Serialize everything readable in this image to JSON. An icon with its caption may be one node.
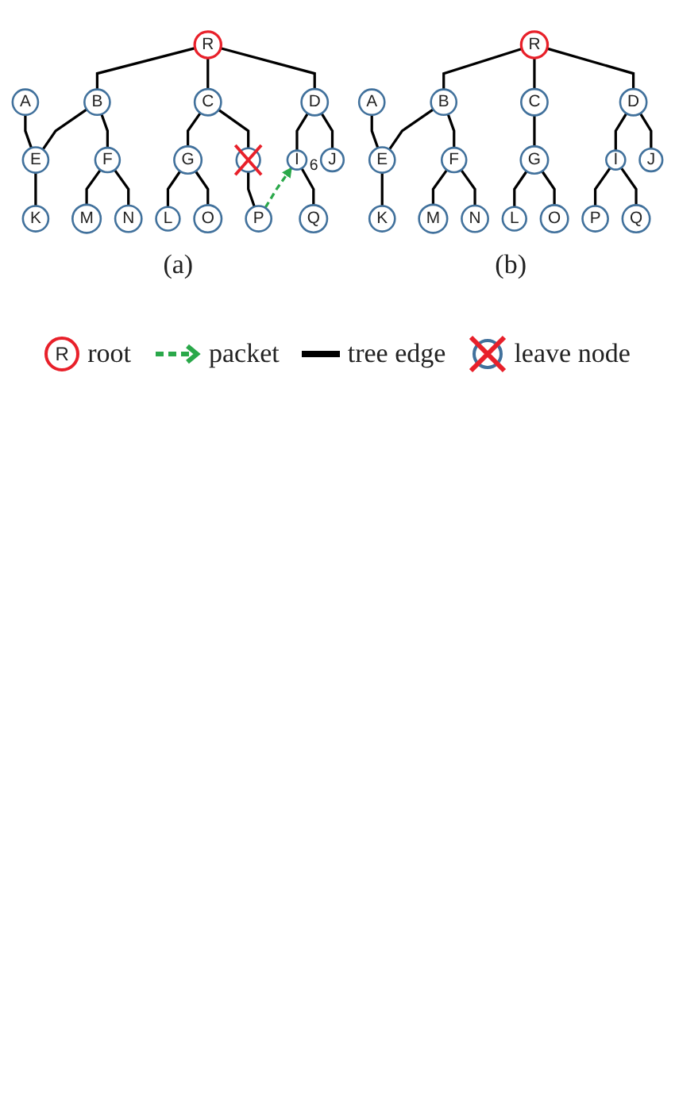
{
  "diagram": {
    "nodes": [
      {
        "text": [
          "R"
        ]
      },
      {
        "text": [
          "A"
        ]
      },
      {
        "text": [
          "B"
        ]
      },
      {
        "text": [
          "C"
        ]
      },
      {
        "text": [
          "D"
        ]
      },
      {
        "text": [
          "E"
        ]
      },
      {
        "text": [
          "F"
        ]
      },
      {
        "text": [
          "G"
        ]
      },
      {
        "text": [],
        "shape": "circle"
      },
      {
        "text": [
          "I"
        ],
        "beside": [
          "6"
        ]
      },
      {
        "text": [
          "J"
        ]
      },
      {
        "text": [
          "K"
        ]
      },
      {
        "text": [
          "M"
        ]
      },
      {
        "text": [
          "L"
        ]
      },
      {
        "text": [
          "N"
        ]
      },
      {
        "text": [
          "O"
        ]
      },
      {
        "text": [
          "P"
        ]
      },
      {
        "text": [
          "Q"
        ]
      },
      {
        "text": [
          "R"
        ]
      },
      {
        "text": [
          "A"
        ]
      },
      {
        "text": [
          "B"
        ]
      },
      {
        "text": [
          "C"
        ]
      },
      {
        "text": [
          "D"
        ]
      },
      {
        "text": [
          "E"
        ]
      },
      {
        "text": [
          "F"
        ]
      },
      {
        "text": [
          "G"
        ]
      },
      {
        "text": [
          "I"
        ]
      },
      {
        "text": [
          "J"
        ]
      },
      {
        "text": [
          "K"
        ]
      },
      {
        "text": [
          "M"
        ]
      },
      {
        "text": [
          "L"
        ]
      },
      {
        "text": [
          "P"
        ]
      },
      {
        "text": [
          "N"
        ]
      },
      {
        "text": [
          "O"
        ]
      },
      {
        "text": [
          "Q"
        ]
      }
    ],
    "edges": [
      {
        "from": 0,
        "to": 2,
        "arrow": "none"
      },
      {
        "from": 0,
        "to": 3,
        "arrow": "none"
      },
      {
        "from": 0,
        "to": 4,
        "arrow": "none"
      },
      {
        "from": 1,
        "to": 5,
        "arrow": "none"
      },
      {
        "from": 2,
        "to": 5,
        "arrow": "none"
      },
      {
        "from": 2,
        "to": 6,
        "arrow": "none"
      },
      {
        "from": 3,
        "to": 7,
        "arrow": "none"
      },
      {
        "from": 3,
        "to": 8,
        "arrow": "none"
      },
      {
        "from": 4,
        "to": 9,
        "arrow": "none"
      },
      {
        "from": 4,
        "to": 10,
        "arrow": "none"
      },
      {
        "from": 5,
        "to": 11,
        "arrow": "none"
      },
      {
        "from": 6,
        "to": 12,
        "arrow": "none"
      },
      {
        "from": 6,
        "to": 14,
        "arrow": "none"
      },
      {
        "from": 7,
        "to": 13,
        "arrow": "none"
      },
      {
        "from": 7,
        "to": 15,
        "arrow": "none"
      },
      {
        "from": 8,
        "to": 16,
        "arrow": "none"
      },
      {
        "from": 9,
        "to": 17,
        "arrow": "none"
      },
      {
        "from": 16,
        "to": 9,
        "arrow": "to",
        "style": "dashed",
        "color": "#2aa84a"
      },
      {
        "from": 18,
        "to": 20,
        "arrow": "none"
      },
      {
        "from": 18,
        "to": 21,
        "arrow": "none"
      },
      {
        "from": 18,
        "to": 22,
        "arrow": "none"
      },
      {
        "from": 19,
        "to": 23,
        "arrow": "none"
      },
      {
        "from": 20,
        "to": 23,
        "arrow": "none"
      },
      {
        "from": 20,
        "to": 24,
        "arrow": "none"
      },
      {
        "from": 21,
        "to": 25,
        "arrow": "none"
      },
      {
        "from": 22,
        "to": 26,
        "arrow": "none"
      },
      {
        "from": 22,
        "to": 27,
        "arrow": "none"
      },
      {
        "from": 23,
        "to": 28,
        "arrow": "none"
      },
      {
        "from": 24,
        "to": 29,
        "arrow": "none"
      },
      {
        "from": 24,
        "to": 32,
        "arrow": "none"
      },
      {
        "from": 25,
        "to": 30,
        "arrow": "none"
      },
      {
        "from": 25,
        "to": 33,
        "arrow": "none"
      },
      {
        "from": 26,
        "to": 31,
        "arrow": "none"
      },
      {
        "from": 26,
        "to": 34,
        "arrow": "none"
      }
    ],
    "labels": [
      "R",
      "(a)",
      "(b)"
    ],
    "legend": [
      {
        "text": "root"
      },
      {
        "text": "packet"
      },
      {
        "text": "tree edge"
      },
      {
        "text": "leave node"
      }
    ]
  }
}
